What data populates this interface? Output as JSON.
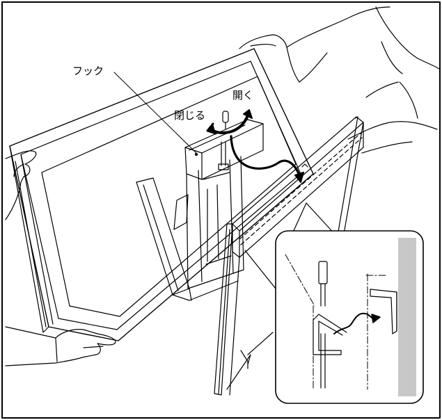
{
  "labels": {
    "hook": "フック",
    "close": "閉じる",
    "open": "開く"
  },
  "colors": {
    "line": "#000000",
    "wall": "#c8c8c8",
    "background": "#ffffff"
  },
  "icons": {
    "rotate_arrow": "curved-double-arrow-icon",
    "move_arrow": "curved-arrow-icon",
    "detail_arrow": "wavy-arrow-icon"
  }
}
